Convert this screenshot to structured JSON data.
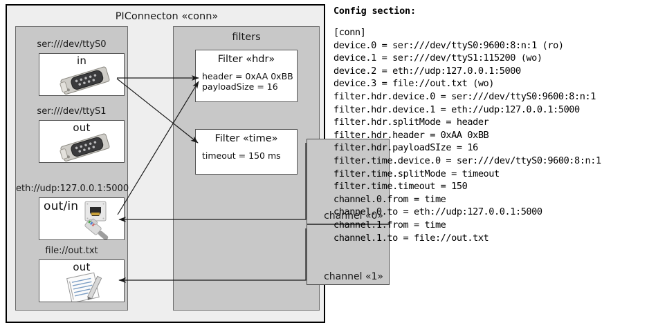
{
  "diagram": {
    "title": "PIConnecton «conn»",
    "devices_group": {
      "title": ""
    },
    "filters_group": {
      "title": "filters"
    },
    "devices": [
      {
        "label": "ser:///dev/ttyS0",
        "direction": "in",
        "icon": "serial-port-icon"
      },
      {
        "label": "ser:///dev/ttyS1",
        "direction": "out",
        "icon": "serial-port-icon"
      },
      {
        "label": "eth://udp:127.0.0.1:5000",
        "direction": "out/in",
        "icon": "ethernet-jack-icon"
      },
      {
        "label": "file://out.txt",
        "direction": "out",
        "icon": "text-file-icon"
      }
    ],
    "filters": [
      {
        "title": "Filter «hdr»",
        "props": [
          "header = 0xAA 0xBB",
          "payloadSize = 16"
        ]
      },
      {
        "title": "Filter «time»",
        "props": [
          "timeout = 150 ms"
        ]
      }
    ],
    "channels": [
      {
        "label": "channel «0»"
      },
      {
        "label": "channel «1»"
      }
    ]
  },
  "config": {
    "heading": "Config section:",
    "lines": [
      "[conn]",
      "device.0 = ser:///dev/ttyS0:9600:8:n:1 (ro)",
      "device.1 = ser:///dev/ttyS1:115200 (wo)",
      "device.2 = eth://udp:127.0.0.1:5000",
      "device.3 = file://out.txt (wo)",
      "filter.hdr.device.0 = ser:///dev/ttyS0:9600:8:n:1",
      "filter.hdr.device.1 = eth://udp:127.0.0.1:5000",
      "filter.hdr.splitMode = header",
      "filter.hdr.header = 0xAA 0xBB",
      "filter.hdr.payloadSIze = 16",
      "filter.time.device.0 = ser:///dev/ttyS0:9600:8:n:1",
      "filter.time.splitMode = timeout",
      "filter.time.timeout = 150",
      "channel.0.from = time",
      "channel.0.to = eth://udp:127.0.0.1:5000",
      "channel.1.from = time",
      "channel.1.to = file://out.txt"
    ]
  },
  "colors": {
    "page_background": "#ffffff",
    "diagram_background": "#eeeeee",
    "group_fill": "#c8c8c8",
    "node_fill": "#ffffff",
    "border_dark": "#000000",
    "line": "#333333"
  }
}
